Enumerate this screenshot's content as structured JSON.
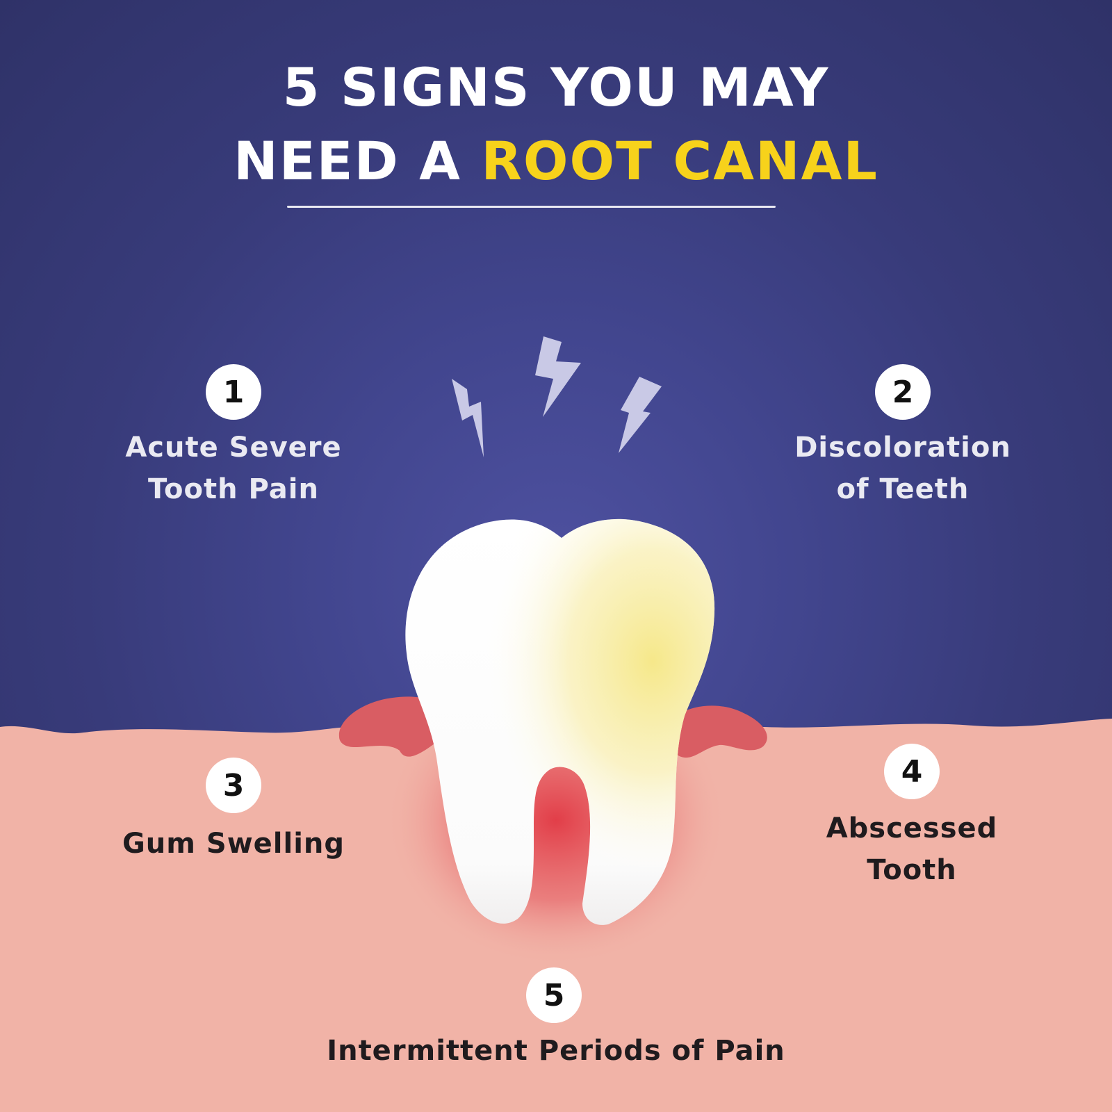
{
  "title": {
    "line1": "5 SIGNS YOU MAY",
    "line2_prefix": "NEED A ",
    "line2_highlight": "ROOT CANAL"
  },
  "signs": [
    {
      "number": "1",
      "lines": [
        "Acute Severe",
        "Tooth Pain"
      ]
    },
    {
      "number": "2",
      "lines": [
        "Discoloration",
        "of Teeth"
      ]
    },
    {
      "number": "3",
      "lines": [
        "Gum Swelling"
      ]
    },
    {
      "number": "4",
      "lines": [
        "Abscessed",
        "Tooth"
      ]
    },
    {
      "number": "5",
      "lines": [
        "Intermittent Periods of Pain"
      ]
    }
  ],
  "colors": {
    "background": "#383b78",
    "highlight": "#f7d21b",
    "gum": "#f1b3a7",
    "inflamed_gum": "#dc5e63",
    "tooth": "#ffffff",
    "discoloration": "#f7ed9c"
  },
  "icons": [
    "lightning-bolt-icon",
    "tooth-illustration"
  ]
}
